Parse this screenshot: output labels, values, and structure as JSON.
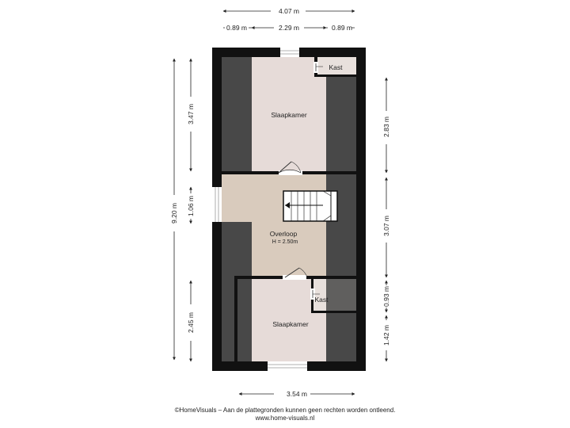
{
  "rooms": {
    "top_bedroom": "Slaapkamer",
    "top_closet": "Kast",
    "landing": "Overloop",
    "landing_height": "H = 2.50m",
    "bottom_bedroom": "Slaapkamer",
    "bottom_closet": "Kast"
  },
  "dimensions": {
    "total_width": "4.07 m",
    "left_wall_segment": "0.89 m",
    "middle_segment": "2.29 m",
    "right_wall_segment": "0.89 m",
    "total_height": "9.20 m",
    "left_top": "3.47 m",
    "left_middle": "1.06 m",
    "left_bottom": "2.45 m",
    "right_top": "2.83 m",
    "right_middle": "3.07 m",
    "right_closet": "0.93 m",
    "right_bottom": "1.42 m",
    "bottom_width": "3.54 m"
  },
  "footer": {
    "line1": "©HomeVisuals – Aan de plattegronden kunnen geen rechten worden ontleend.",
    "line2": "www.home-visuals.nl"
  },
  "colors": {
    "wall": "#111111",
    "bedroom_floor": "#e6dbd8",
    "landing_floor": "#d9cbbd",
    "sloped_roof": "#484848",
    "closet_floor": "#e8e0dc"
  }
}
